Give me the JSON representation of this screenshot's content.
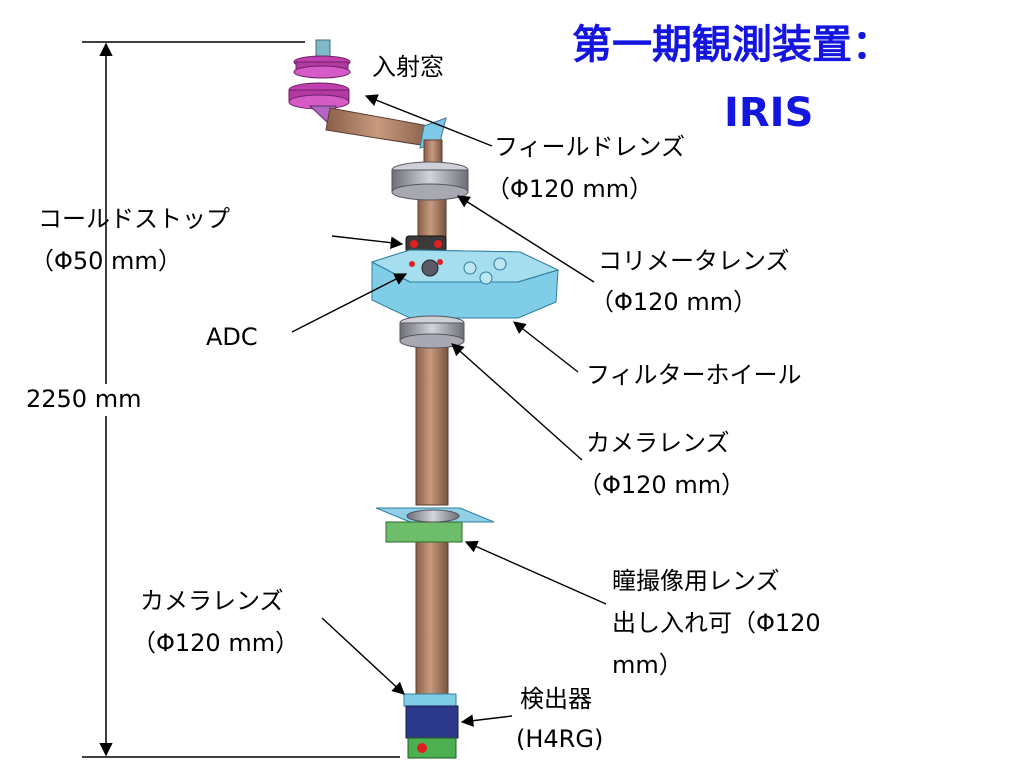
{
  "title": {
    "line1": "第一期観測装置：",
    "line2": "IRIS"
  },
  "labels": {
    "entrance_window": "入射窓",
    "field_lens": {
      "line1": "フィールドレンズ",
      "line2": "（Φ120 mm）"
    },
    "cold_stop": {
      "line1": "コールドストップ",
      "line2": "（Φ50 mm）"
    },
    "collimator_lens": {
      "line1": "コリメータレンズ",
      "line2": "（Φ120 mm）"
    },
    "adc": "ADC",
    "filter_wheel": "フィルターホイール",
    "height": "2250 mm",
    "camera_lens_right": {
      "line1": "カメラレンズ",
      "line2": "（Φ120 mm）"
    },
    "pupil_lens": {
      "line1": "瞳撮像用レンズ",
      "line2": "出し入れ可（Φ120",
      "line3": "mm）"
    },
    "camera_lens_left": {
      "line1": "カメラレンズ",
      "line2": "（Φ120 mm）"
    },
    "detector": {
      "line1": "検出器",
      "line2": "(H4RG)"
    }
  },
  "colors": {
    "title": "#1515e0",
    "tube": "#b8876a",
    "ring_metal": "#9a9aa6",
    "filter_wheel": "#7fcde6",
    "entrance_ring": "#c040b0",
    "pupil_plate": "#8fd0e8",
    "detector_block": "#2d3a8c",
    "detector_base": "#4caf50"
  }
}
